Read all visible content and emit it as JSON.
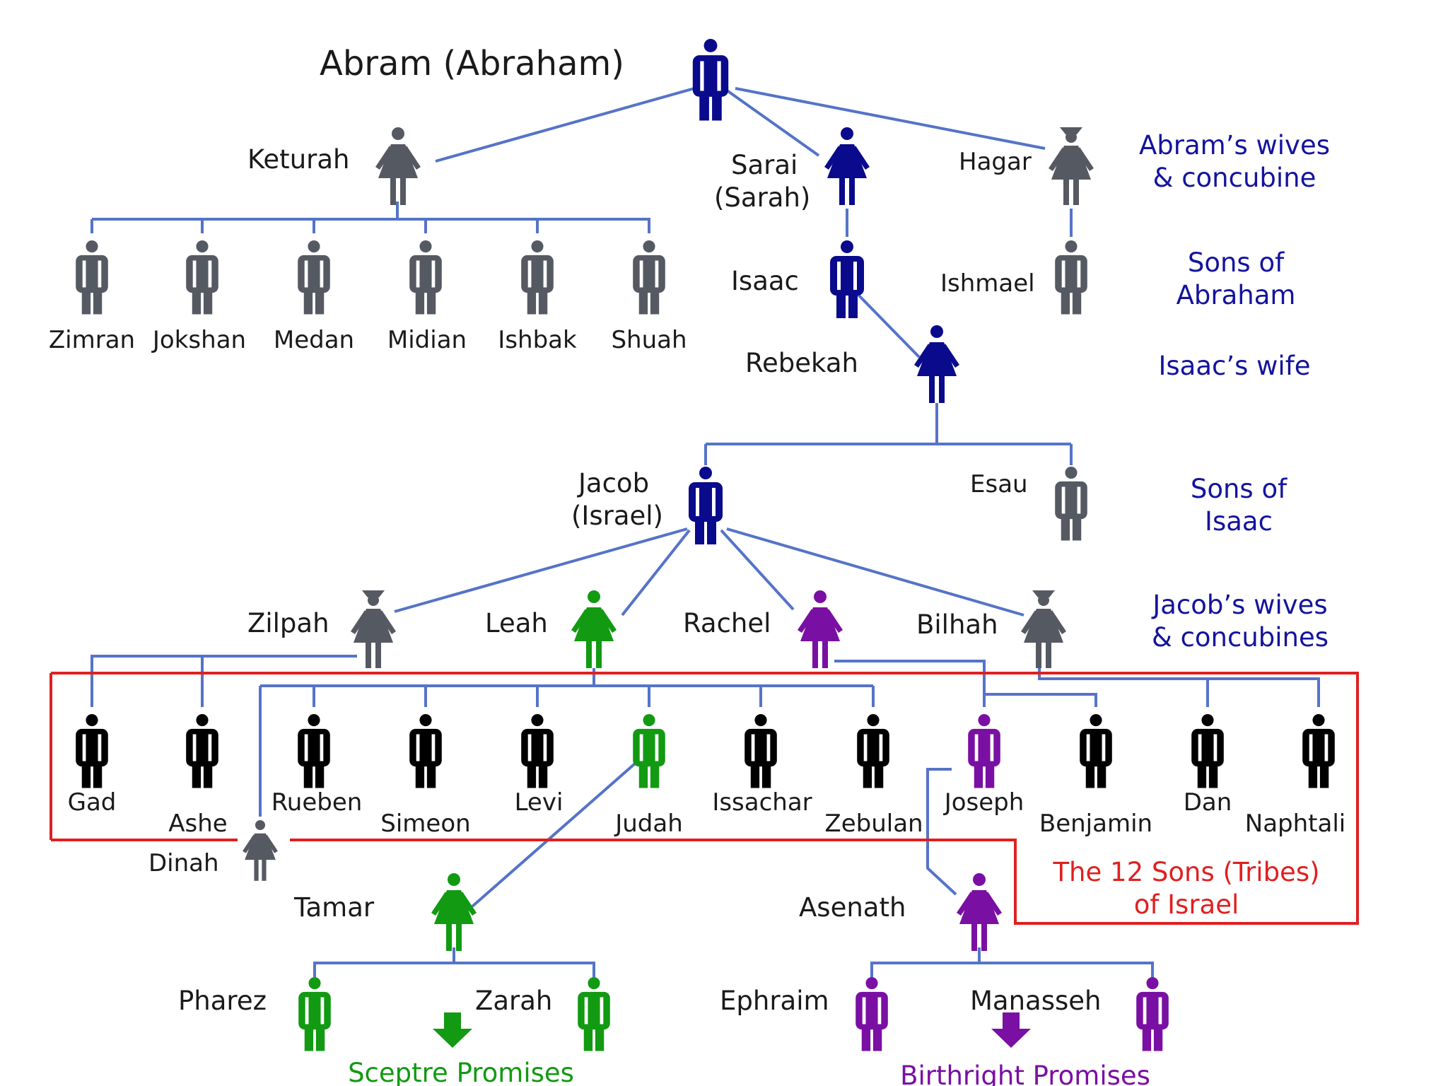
{
  "colors": {
    "navy": "#0a0a8c",
    "gray": "#555a62",
    "black": "#000000",
    "green": "#129a12",
    "purple": "#7a0fa3",
    "line": "#5573c8",
    "red": "#e02020",
    "label": "#1a1a1a",
    "group": "#13139e"
  },
  "people": {
    "abraham": {
      "name": "Abram (Abraham)",
      "gender": "male",
      "color": "navy"
    },
    "keturah": {
      "name": "Keturah",
      "gender": "female",
      "color": "gray"
    },
    "sarai": {
      "name": "Sarai",
      "name2": "(Sarah)",
      "gender": "female",
      "color": "navy"
    },
    "hagar": {
      "name": "Hagar",
      "gender": "concubine",
      "color": "gray"
    },
    "zimran": {
      "name": "Zimran",
      "gender": "male",
      "color": "gray"
    },
    "jokshan": {
      "name": "Jokshan",
      "gender": "male",
      "color": "gray"
    },
    "medan": {
      "name": "Medan",
      "gender": "male",
      "color": "gray"
    },
    "midian": {
      "name": "Midian",
      "gender": "male",
      "color": "gray"
    },
    "ishbak": {
      "name": "Ishbak",
      "gender": "male",
      "color": "gray"
    },
    "shuah": {
      "name": "Shuah",
      "gender": "male",
      "color": "gray"
    },
    "isaac": {
      "name": "Isaac",
      "gender": "male",
      "color": "navy"
    },
    "ishmael": {
      "name": "Ishmael",
      "gender": "male",
      "color": "gray"
    },
    "rebekah": {
      "name": "Rebekah",
      "gender": "female",
      "color": "navy"
    },
    "jacob": {
      "name": "Jacob",
      "name2": "(Israel)",
      "gender": "male",
      "color": "navy"
    },
    "esau": {
      "name": "Esau",
      "gender": "male",
      "color": "gray"
    },
    "zilpah": {
      "name": "Zilpah",
      "gender": "concubine",
      "color": "gray"
    },
    "leah": {
      "name": "Leah",
      "gender": "female",
      "color": "green"
    },
    "rachel": {
      "name": "Rachel",
      "gender": "female",
      "color": "purple"
    },
    "bilhah": {
      "name": "Bilhah",
      "gender": "concubine",
      "color": "gray"
    },
    "gad": {
      "name": "Gad",
      "gender": "male",
      "color": "black"
    },
    "ashe": {
      "name": "Ashe",
      "gender": "male",
      "color": "black"
    },
    "rueben": {
      "name": "Rueben",
      "gender": "male",
      "color": "black"
    },
    "simeon": {
      "name": "Simeon",
      "gender": "male",
      "color": "black"
    },
    "levi": {
      "name": "Levi",
      "gender": "male",
      "color": "black"
    },
    "judah": {
      "name": "Judah",
      "gender": "male",
      "color": "green"
    },
    "issachar": {
      "name": "Issachar",
      "gender": "male",
      "color": "black"
    },
    "zebulan": {
      "name": "Zebulan",
      "gender": "male",
      "color": "black"
    },
    "joseph": {
      "name": "Joseph",
      "gender": "male",
      "color": "purple"
    },
    "benjamin": {
      "name": "Benjamin",
      "gender": "male",
      "color": "black"
    },
    "dan": {
      "name": "Dan",
      "gender": "male",
      "color": "black"
    },
    "naphtali": {
      "name": "Naphtali",
      "gender": "male",
      "color": "black"
    },
    "dinah": {
      "name": "Dinah",
      "gender": "female",
      "color": "gray"
    },
    "tamar": {
      "name": "Tamar",
      "gender": "female",
      "color": "green"
    },
    "asenath": {
      "name": "Asenath",
      "gender": "female",
      "color": "purple"
    },
    "pharez": {
      "name": "Pharez",
      "gender": "male",
      "color": "green"
    },
    "zarah": {
      "name": "Zarah",
      "gender": "male",
      "color": "green"
    },
    "ephraim": {
      "name": "Ephraim",
      "gender": "male",
      "color": "purple"
    },
    "manasseh": {
      "name": "Manasseh",
      "gender": "male",
      "color": "purple"
    }
  },
  "group_labels": {
    "abram_wives": {
      "line1": "Abram’s wives",
      "line2": "& concubine"
    },
    "sons_of_abraham": {
      "line1": "Sons of",
      "line2": "Abraham"
    },
    "isaac_wife": {
      "line1": "Isaac’s wife"
    },
    "sons_of_isaac": {
      "line1": "Sons of",
      "line2": "Isaac"
    },
    "jacob_wives": {
      "line1": "Jacob’s wives",
      "line2": "& concubines"
    }
  },
  "tribes_box": {
    "line1": "The 12 Sons (Tribes)",
    "line2": "of Israel"
  },
  "promises": {
    "sceptre": "Sceptre Promises",
    "birthright": "Birthright Promises"
  }
}
